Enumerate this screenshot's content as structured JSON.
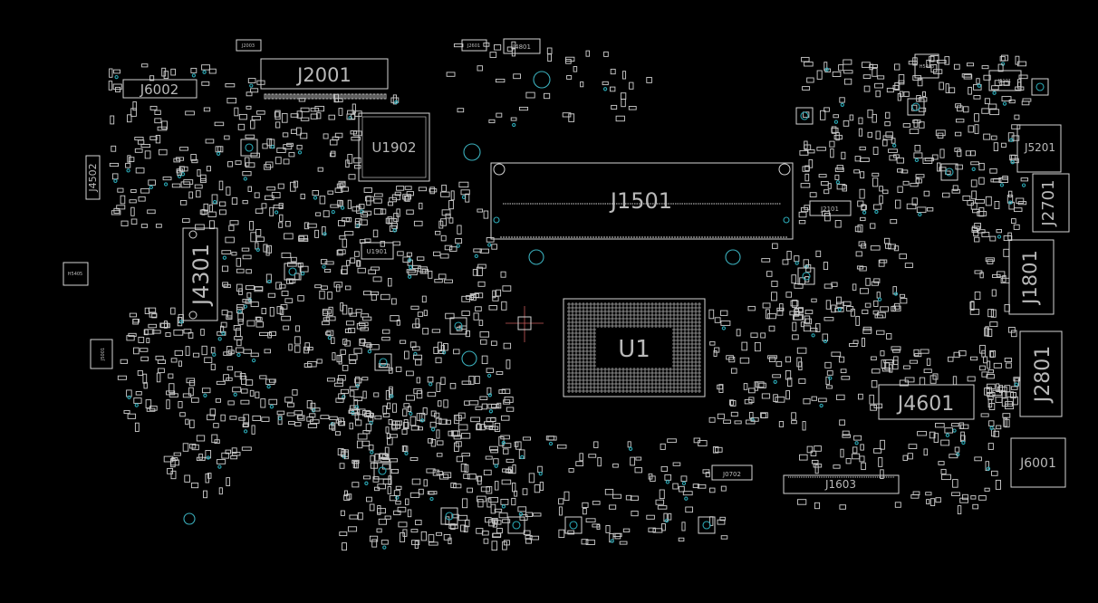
{
  "labels": {
    "j2001": "J2001",
    "j6002": "J6002",
    "u1902": "U1902",
    "j1501": "J1501",
    "j4301": "J4301",
    "u1": "U1",
    "j4601": "J4601",
    "j2801": "J2801",
    "j1801": "J1801",
    "j2701": "J2701",
    "j5201": "J5201",
    "j6001": "J6001",
    "j1603": "J1603",
    "j0702": "J0702",
    "j2101": "J2101",
    "j4502": "J4502",
    "j2003": "J2003",
    "j2601": "J2601",
    "j4801": "J4801",
    "j5101": "J5101",
    "u1901": "U1901",
    "j5001": "J5001",
    "h5403": "H5403",
    "h5405": "H5405"
  },
  "colors": {
    "background": "#000000",
    "outline": "#d4d4d4",
    "via": "#2aa7b4"
  }
}
